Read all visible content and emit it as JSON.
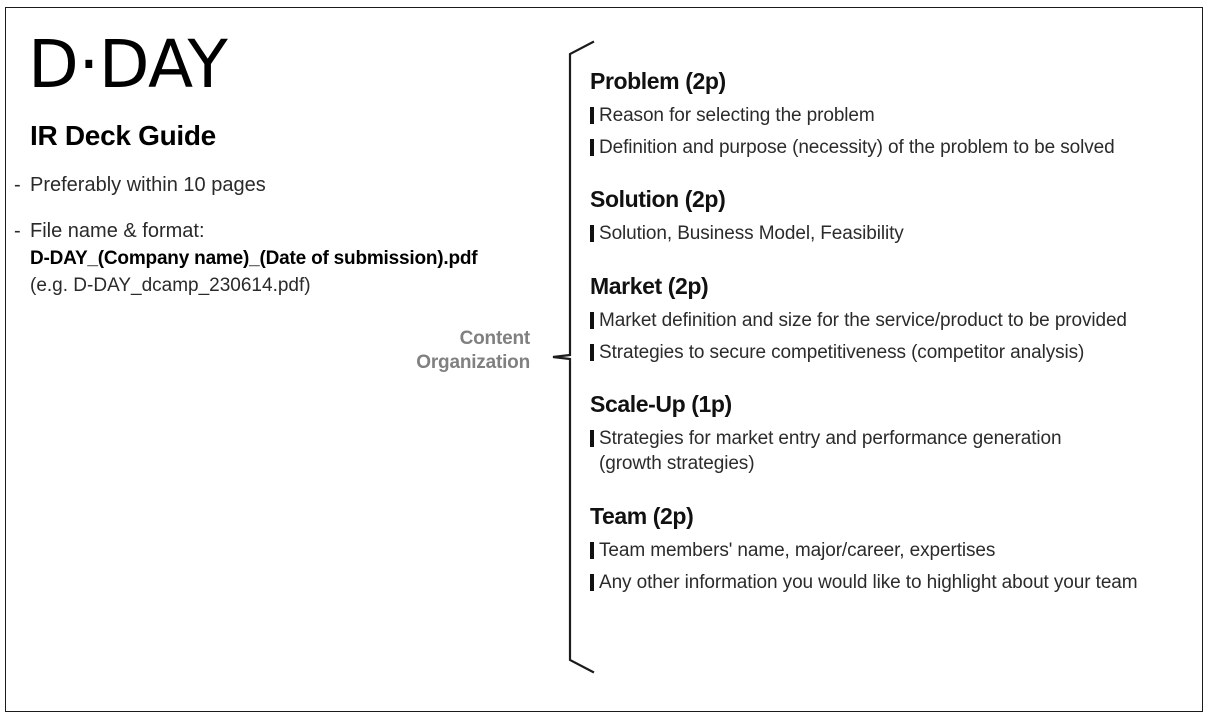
{
  "brand": {
    "title": "D·DAY",
    "subtitle": "IR Deck Guide"
  },
  "guidelines": [
    {
      "dash": "-",
      "text": "Preferably within 10 pages"
    },
    {
      "dash": "-",
      "text": "File name & format:",
      "format_line": "D-DAY_(Company name)_(Date of submission).pdf",
      "example_line": "(e.g. D-DAY_dcamp_230614.pdf)"
    }
  ],
  "callout": {
    "line1": "Content",
    "line2": "Organization",
    "color": "#808080"
  },
  "sections": [
    {
      "heading": "Problem (2p)",
      "bullets": [
        "Reason for selecting the problem",
        "Definition and purpose (necessity) of the problem to be solved"
      ]
    },
    {
      "heading": "Solution (2p)",
      "bullets": [
        "Solution, Business Model, Feasibility"
      ]
    },
    {
      "heading": "Market (2p)",
      "bullets": [
        "Market definition and size for the service/product to be provided",
        "Strategies to secure competitiveness (competitor analysis)"
      ]
    },
    {
      "heading": "Scale-Up (1p)",
      "bullets": [
        "Strategies for market entry and performance generation\n(growth strategies)"
      ]
    },
    {
      "heading": "Team (2p)",
      "bullets": [
        "Team members' name, major/career, expertises",
        "Any other information you would like to highlight about your team"
      ]
    }
  ],
  "colors": {
    "text": "#1a1a1a",
    "heading": "#111111",
    "border": "#1c1c1c",
    "bullet": "#111111"
  }
}
